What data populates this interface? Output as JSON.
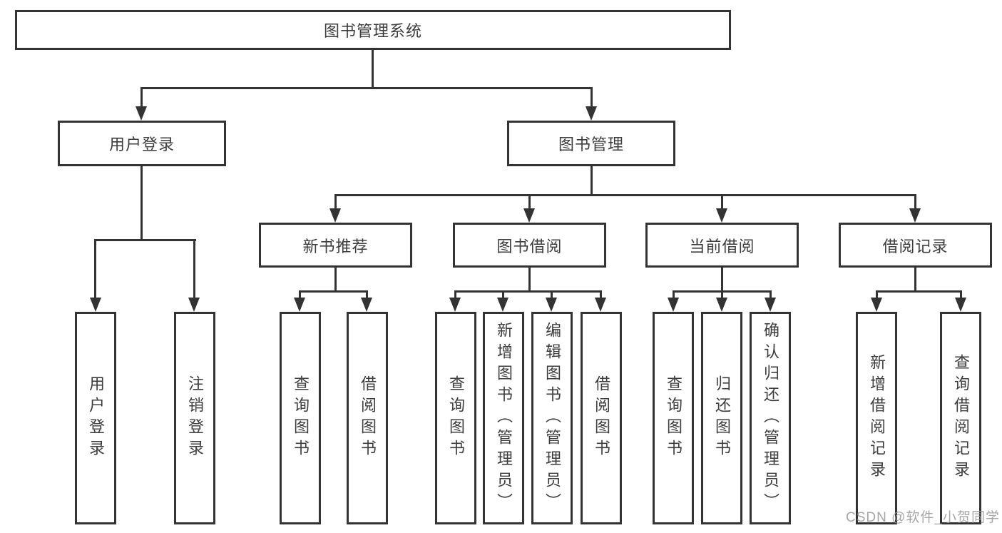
{
  "root": {
    "label": "图书管理系统"
  },
  "user_branch": {
    "label": "用户登录",
    "children": [
      {
        "label": "用户登录"
      },
      {
        "label": "注销登录"
      }
    ]
  },
  "mgmt_branch": {
    "label": "图书管理",
    "groups": [
      {
        "label": "新书推荐",
        "children": [
          {
            "label": "查询图书"
          },
          {
            "label": "借阅图书"
          }
        ]
      },
      {
        "label": "图书借阅",
        "children": [
          {
            "label": "查询图书"
          },
          {
            "label": "新增图书（管理员）"
          },
          {
            "label": "编辑图书（管理员）"
          },
          {
            "label": "借阅图书"
          }
        ]
      },
      {
        "label": "当前借阅",
        "children": [
          {
            "label": "查询图书"
          },
          {
            "label": "归还图书"
          },
          {
            "label": "确认归还（管理员）"
          }
        ]
      },
      {
        "label": "借阅记录",
        "children": [
          {
            "label": "新增借阅记录"
          },
          {
            "label": "查询借阅记录"
          }
        ]
      }
    ]
  },
  "watermark": {
    "text": "CSDN @软件_小贺同学"
  },
  "colors": {
    "line": "#333333",
    "text": "#3d3d3d",
    "watermark": "#969696",
    "background": "#ffffff"
  }
}
